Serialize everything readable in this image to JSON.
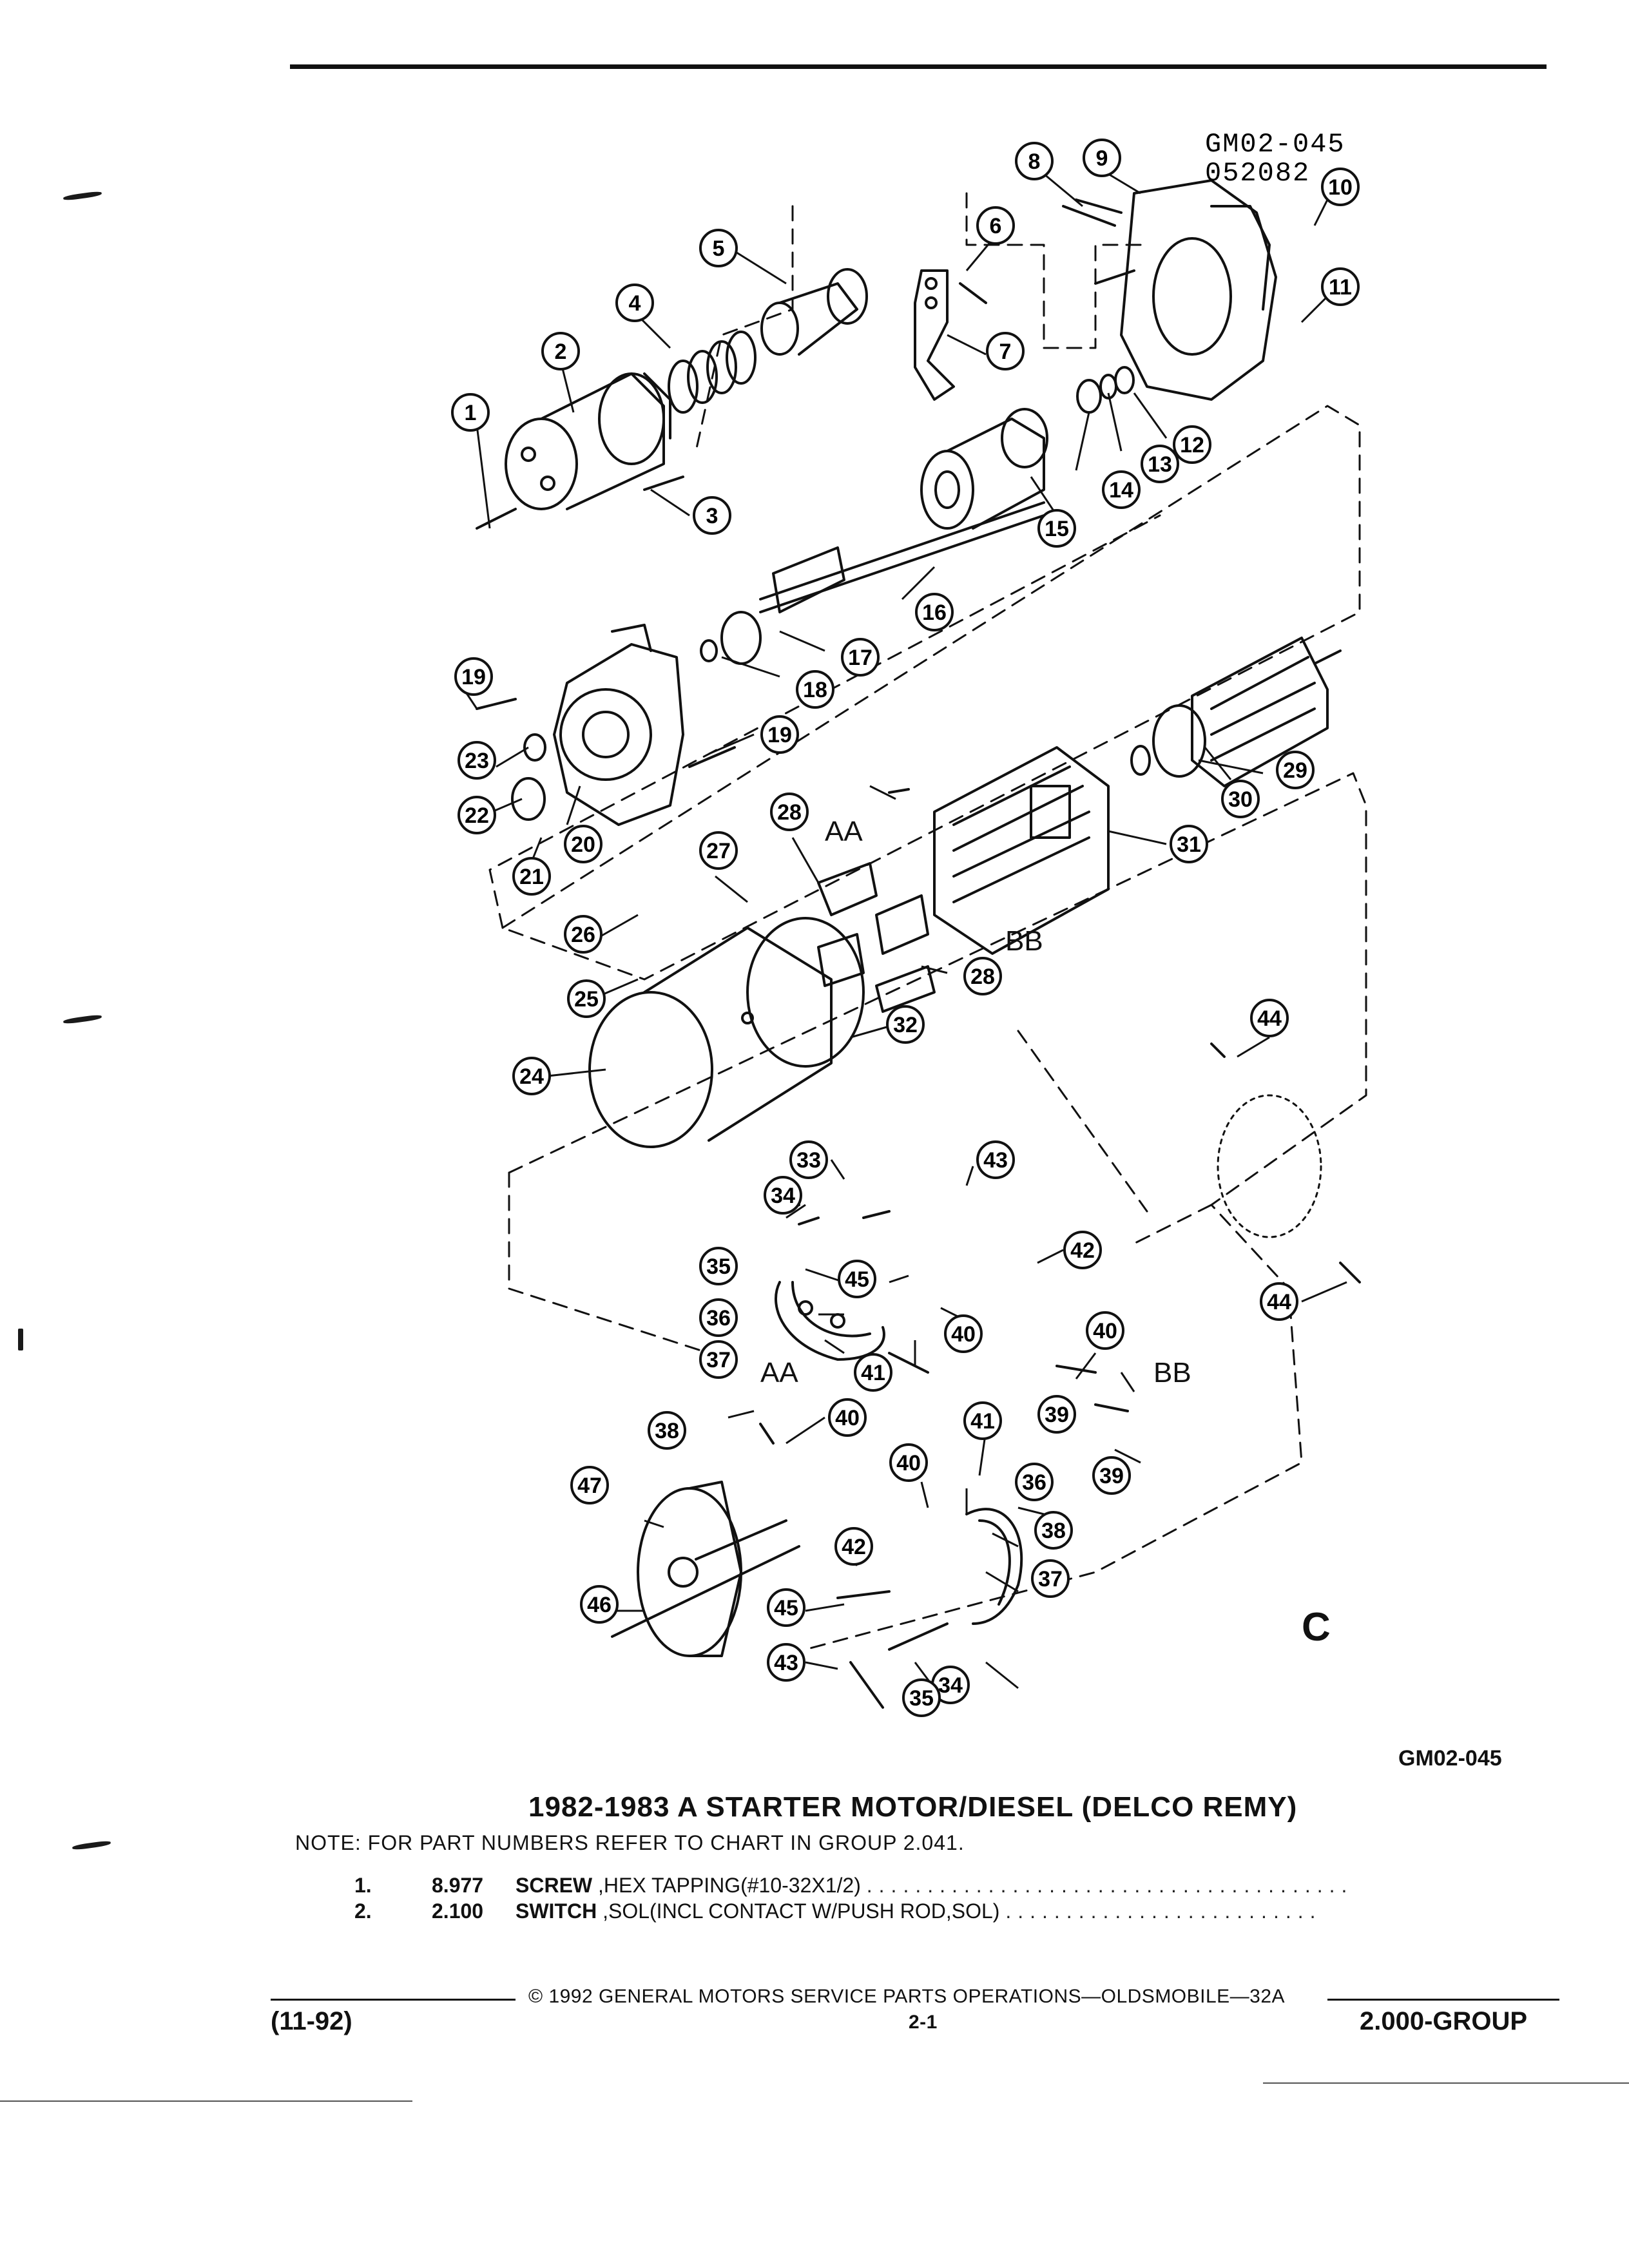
{
  "diagram": {
    "header_code_line1": "GM02-045",
    "header_code_line2": "052082",
    "figure_code": "GM02-045",
    "corner_mark": "C",
    "section_labels": {
      "aa_upper": "AA",
      "bb_upper": "BB",
      "aa_lower": "AA",
      "bb_lower": "BB"
    },
    "callouts": [
      "1",
      "2",
      "3",
      "4",
      "5",
      "6",
      "7",
      "8",
      "9",
      "10",
      "11",
      "12",
      "13",
      "14",
      "15",
      "16",
      "17",
      "18",
      "19",
      "19",
      "20",
      "21",
      "22",
      "23",
      "24",
      "25",
      "26",
      "27",
      "28",
      "28",
      "29",
      "30",
      "31",
      "32",
      "33",
      "34",
      "34",
      "35",
      "35",
      "36",
      "36",
      "37",
      "37",
      "38",
      "38",
      "39",
      "39",
      "40",
      "40",
      "40",
      "40",
      "41",
      "41",
      "42",
      "42",
      "43",
      "43",
      "44",
      "44",
      "45",
      "45",
      "46",
      "47"
    ]
  },
  "title": "1982-1983 A STARTER MOTOR/DIESEL (DELCO REMY)",
  "note": "NOTE:  FOR PART NUMBERS REFER TO CHART IN GROUP 2.041.",
  "parts": [
    {
      "num": "1.",
      "code": "8.977",
      "name": "SCREW",
      "desc": ",HEX TAPPING(#10-32X1/2)",
      "leader": "........................................"
    },
    {
      "num": "2.",
      "code": "2.100",
      "name": "SWITCH",
      "desc": ",SOL(INCL CONTACT W/PUSH ROD,SOL)",
      "leader": ".........................."
    }
  ],
  "footer": {
    "copyright": "©  1992  GENERAL MOTORS SERVICE PARTS OPERATIONS—OLDSMOBILE—32A",
    "date": "(11-92)",
    "page": "2-1",
    "group": "2.000-GROUP"
  }
}
